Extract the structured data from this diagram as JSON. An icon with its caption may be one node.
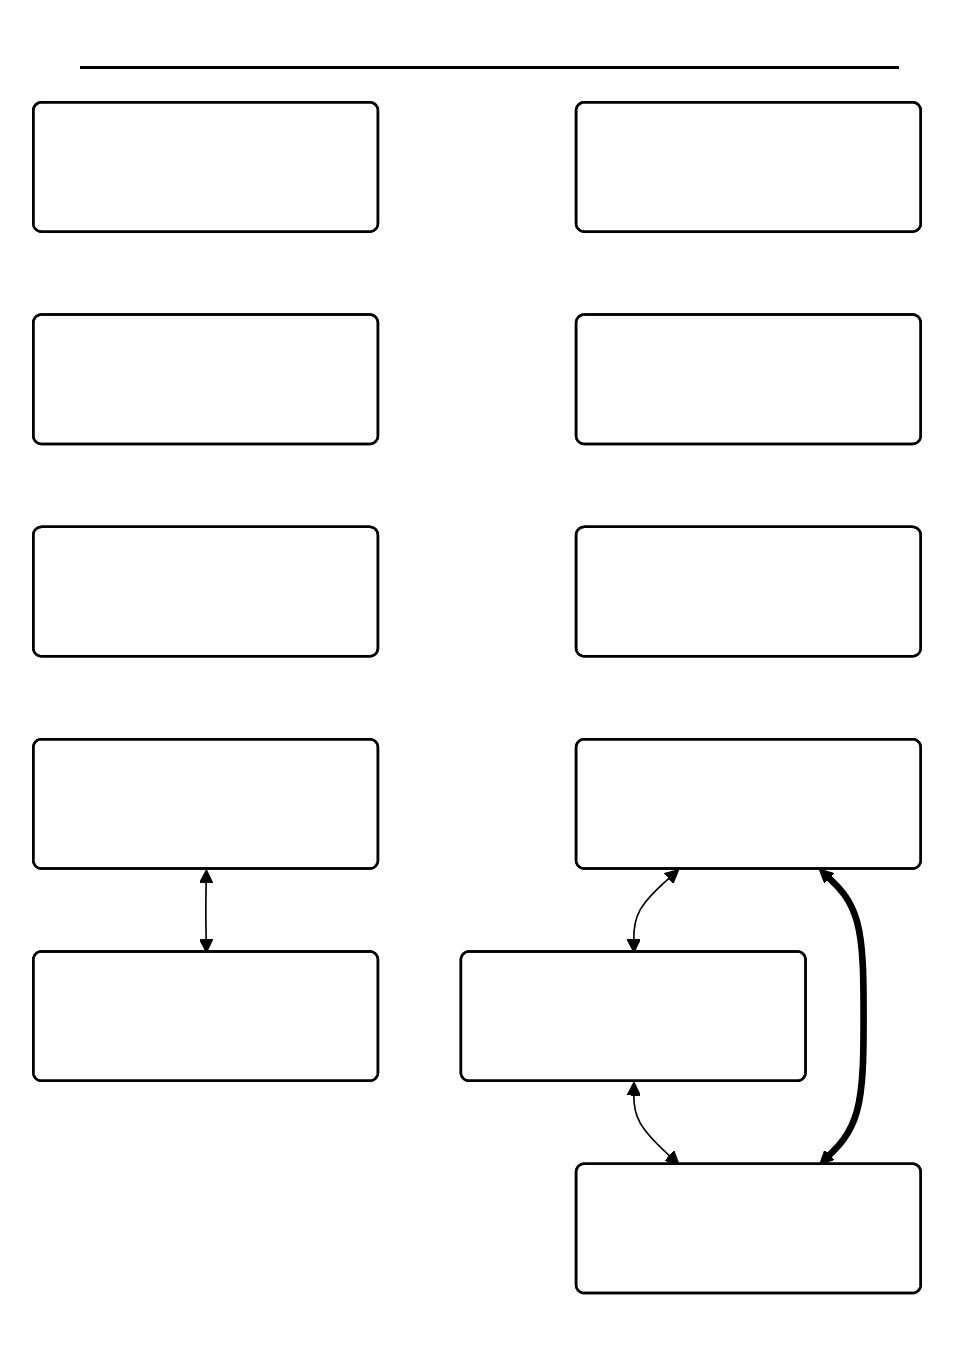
{
  "diagram": {
    "nodes": [
      {
        "text": [],
        "shape": "box"
      },
      {
        "text": [],
        "shape": "box"
      },
      {
        "text": [],
        "shape": "box"
      },
      {
        "text": [],
        "shape": "box"
      },
      {
        "text": [],
        "shape": "box"
      },
      {
        "text": [],
        "shape": "box"
      },
      {
        "text": [],
        "shape": "box"
      },
      {
        "text": [],
        "shape": "box"
      },
      {
        "text": [],
        "shape": "box"
      },
      {
        "text": [],
        "shape": "box"
      },
      {
        "text": [],
        "shape": "box"
      }
    ],
    "edges": [
      {
        "from": 3,
        "to": 4,
        "arrow": "both"
      },
      {
        "from": 8,
        "to": 9,
        "arrow": "both"
      },
      {
        "from": 9,
        "to": 10,
        "arrow": "both"
      },
      {
        "from": 10,
        "to": 8,
        "arrow": "both",
        "style": "thick"
      }
    ]
  }
}
